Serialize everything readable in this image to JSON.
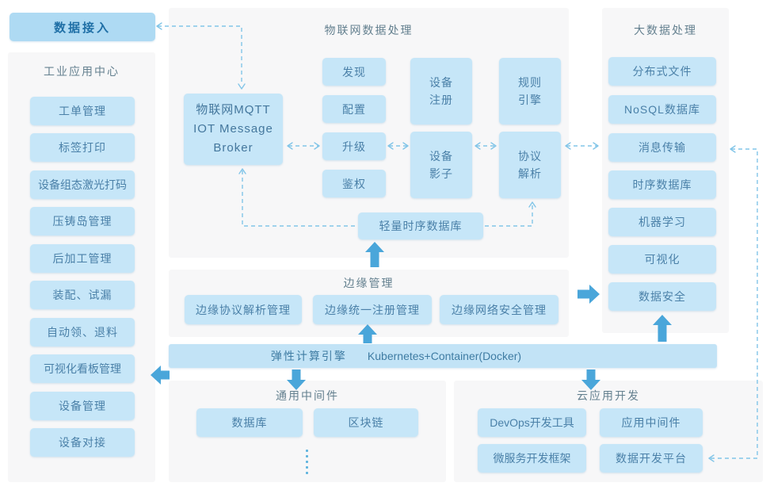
{
  "palette": {
    "node_fill": "#c6e6f8",
    "accent_fill": "#aedaf3",
    "panel_bg": "#f7f7f8",
    "node_text": "#4a80a8",
    "accent_text": "#1f6fa6",
    "title_text": "#64808f",
    "solid_arrow": "#4aa6da",
    "dashed_line": "#82c5e8"
  },
  "data_access": {
    "label": "数据接入"
  },
  "industrial_center": {
    "title": "工业应用中心",
    "items": [
      "工单管理",
      "标签打印",
      "设备组态激光打码",
      "压铸岛管理",
      "后加工管理",
      "装配、试漏",
      "自动领、退料",
      "可视化看板管理",
      "设备管理",
      "设备对接"
    ]
  },
  "iot_processing": {
    "title": "物联网数据处理",
    "broker": "物联网MQTT\nIOT Message\nBroker",
    "small_items": [
      "发现",
      "配置",
      "升级",
      "鉴权"
    ],
    "device_register": "设备\n注册",
    "device_shadow": "设备\n影子",
    "rule_engine": "规则\n引擎",
    "protocol_parse": "协议\n解析",
    "tsdb": "轻量时序数据库"
  },
  "big_data": {
    "title": "大数据处理",
    "items": [
      "分布式文件",
      "NoSQL数据库",
      "消息传输",
      "时序数据库",
      "机器学习",
      "可视化",
      "数据安全"
    ]
  },
  "edge_mgmt": {
    "title": "边缘管理",
    "items": [
      "边缘协议解析管理",
      "边缘统一注册管理",
      "边缘网络安全管理"
    ]
  },
  "compute_engine": {
    "label_cn": "弹性计算引擎",
    "label_en": "Kubernetes+Container(Docker)"
  },
  "middleware": {
    "title": "通用中间件",
    "items": [
      "数据库",
      "区块链"
    ]
  },
  "cloud_dev": {
    "title": "云应用开发",
    "items": [
      "DevOps开发工具",
      "应用中间件",
      "微服务开发框架",
      "数据开发平台"
    ]
  }
}
